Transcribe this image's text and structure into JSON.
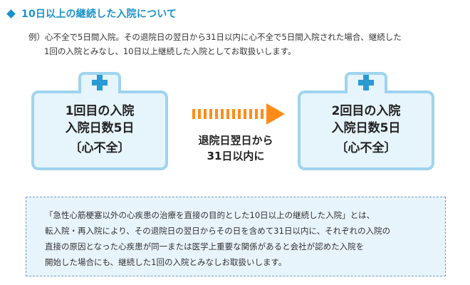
{
  "heading": "10日以上の継続した入院について",
  "example": {
    "line1": "例）心不全で5日間入院。その退院日の翌日から31日以内に心不全で5日間入院された場合、継続した",
    "line2": "1回の入院とみなし、10日以上継続した入院としてお取扱いします。"
  },
  "card1": {
    "line1": "1回目の入院",
    "line2": "入院日数5日",
    "bracket": "〔心不全〕"
  },
  "card2": {
    "line1": "2回目の入院",
    "line2": "入院日数5日",
    "bracket": "〔心不全〕"
  },
  "arrow": {
    "line1": "退院日翌日から",
    "line2": "31日以内に"
  },
  "note": {
    "line1": "「急性心筋梗塞以外の心疾患の治療を直接の目的とした10日以上の継続した入院」とは、",
    "line2": "転入院・再入院により、その退院日の翌日からその日を含めて31日以内に、それぞれの入院の",
    "line3": "直接の原因となった心疾患が同一または医学上重要な関係があると会社が認めた入院を",
    "line4": "開始した場合にも、継続した1回の入院とみなしお取扱いします。"
  },
  "colors": {
    "accent": "#1a92c9",
    "arrow": "#ff8c19",
    "card_bg": "#e6f4fb",
    "card_border": "#9ed4ee"
  },
  "icons": {
    "card_icon": "medical-cross-icon",
    "arrow_icon": "dashed-arrow-icon"
  }
}
